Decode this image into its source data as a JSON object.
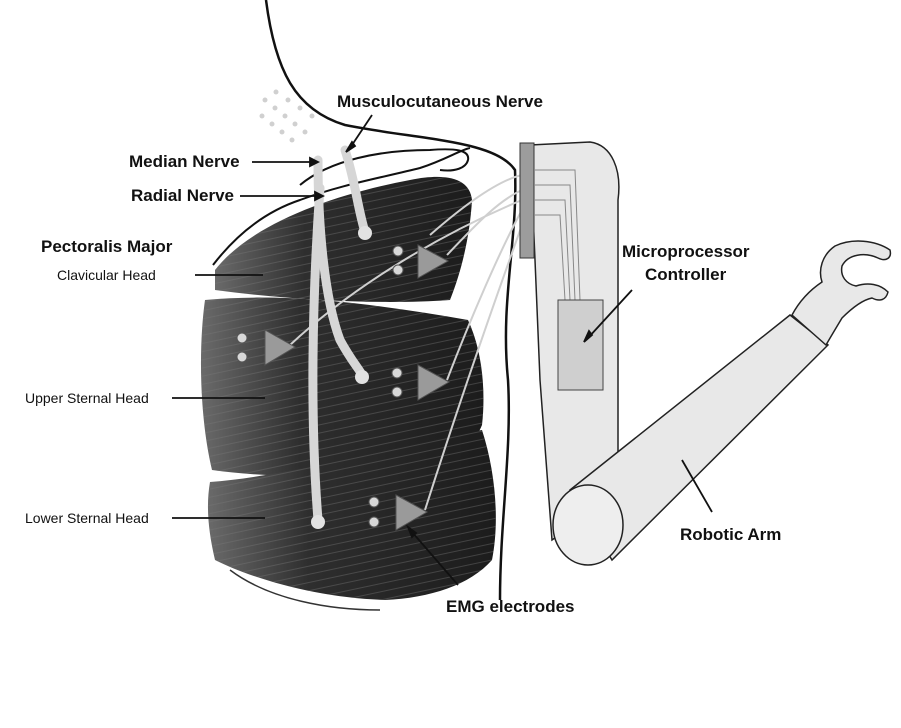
{
  "labels": {
    "musculocutaneous": "Musculocutaneous Nerve",
    "median": "Median Nerve",
    "radial": "Radial Nerve",
    "pectoralis": "Pectoralis Major",
    "clavicular": "Clavicular Head",
    "upper_sternal": "Upper Sternal Head",
    "lower_sternal": "Lower Sternal Head",
    "microprocessor_line1": "Microprocessor",
    "microprocessor_line2": "Controller",
    "robotic_arm": "Robotic Arm",
    "emg": "EMG electrodes"
  },
  "colors": {
    "muscle_dark": "#2b2b2b",
    "muscle_mid": "#5a5a5a",
    "nerve": "#d6d6d6",
    "arm_fill": "#e8e8e8",
    "controller_fill": "#d0d0d0",
    "outline": "#111111"
  }
}
